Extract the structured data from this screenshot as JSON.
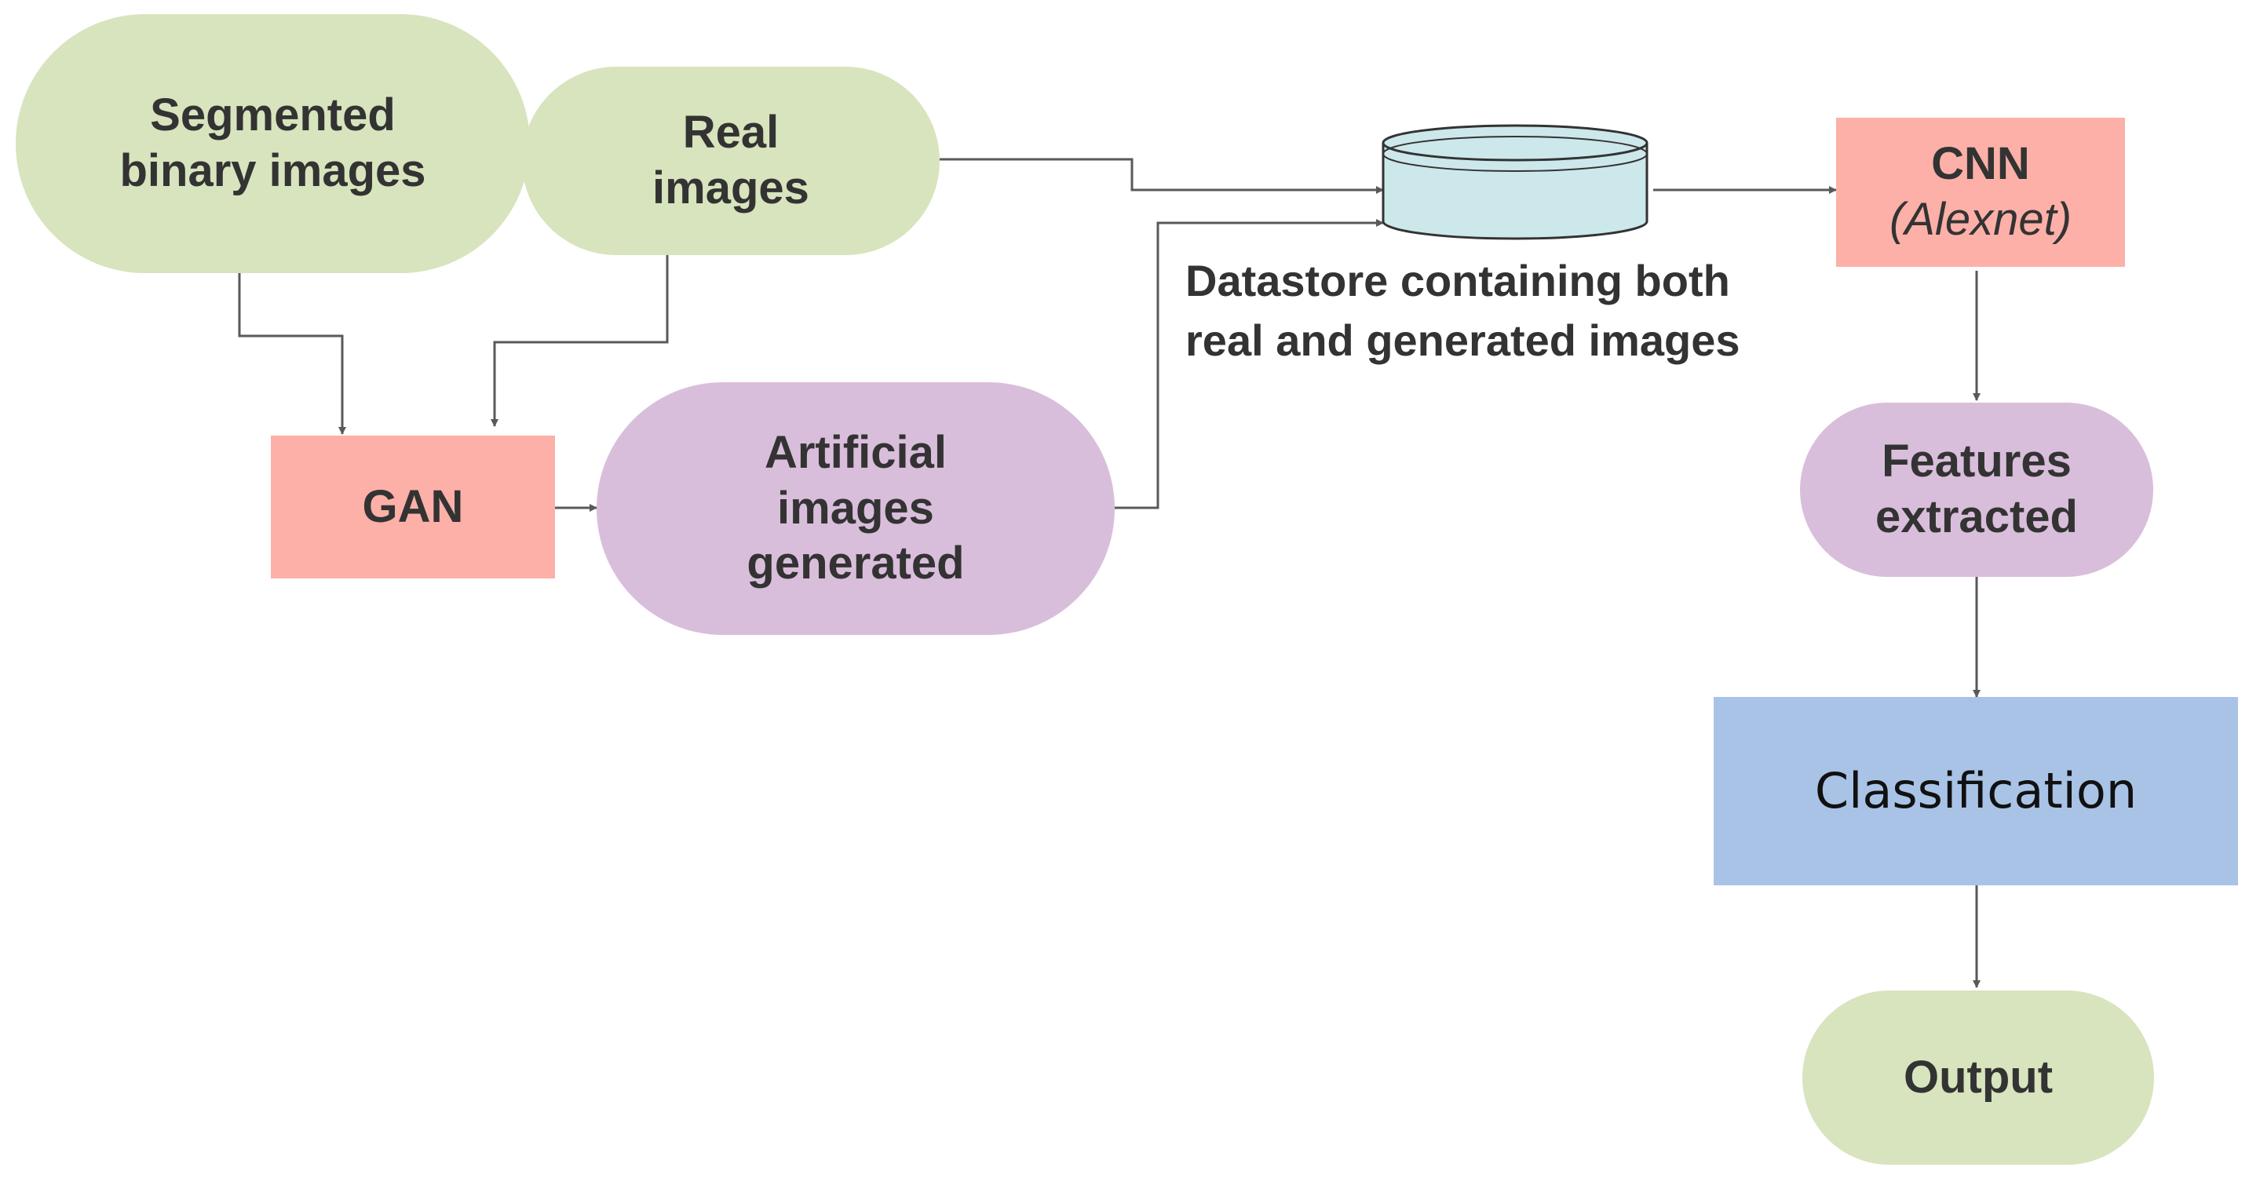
{
  "nodes": {
    "segmented": {
      "line1": "Segmented",
      "line2": "binary images"
    },
    "real": {
      "line1": "Real",
      "line2": "images"
    },
    "gan": {
      "label": "GAN"
    },
    "artificial": {
      "line1": "Artificial",
      "line2": "images",
      "line3": "generated"
    },
    "datastore": {
      "line1": "Datastore containing both",
      "line2": "real and generated images"
    },
    "cnn": {
      "line1": "CNN",
      "line2": "(Alexnet)"
    },
    "features": {
      "line1": "Features",
      "line2": "extracted"
    },
    "classification": {
      "label": "Classification"
    },
    "output": {
      "label": "Output"
    }
  },
  "colors": {
    "green": "#d7e4bd",
    "purple": "#d9bedb",
    "salmon": "#fcb0a8",
    "blue": "#a9c3e6",
    "cylinder": "#cde8ea",
    "connector": "#595959"
  }
}
